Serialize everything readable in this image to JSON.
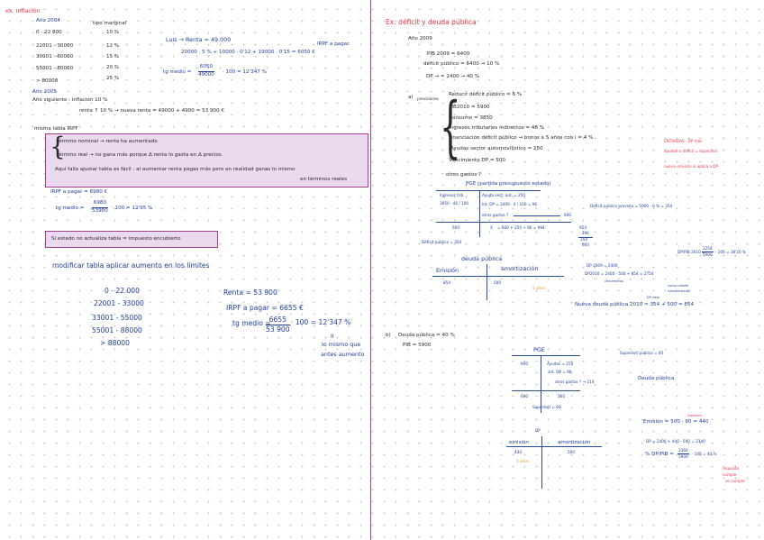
{
  "left": {
    "heading": "ex. inflación",
    "year": "Año 2004",
    "col_header": "tipo marginal",
    "brackets": [
      {
        "range": "0 - 22 800",
        "rate": "10 %"
      },
      {
        "range": "22001 - 30000",
        "rate": "12 %"
      },
      {
        "range": "30001 - 60000",
        "rate": "15 %"
      },
      {
        "range": "55001 - 80000",
        "rate": "20 %"
      },
      {
        "range": "> 80000",
        "rate": "25 %"
      }
    ],
    "luis": "Luis → Renta = 49.000",
    "irpf_label": "IRPF a pagar",
    "irpf_calc": "20000 · 5 % + 10000 · 0'12 + 19000 · 0'15 = 6050 €",
    "tg_label": "tg medio =",
    "tg_num": "6050",
    "tg_den": "49000",
    "tg_rest": "· 100 = 12'347 %",
    "year2": "Año 2005",
    "inflation_line": "Año siguiente : inflación 10 %",
    "renta_line": "renta ↑ 10 % → nueva renta = 49000 + 4900 = 53 900 €",
    "same_table": "misma tabla IRPF",
    "box1": [
      "término nominal → renta ha aumentado",
      "término real → no gana más porque Δ renta lo gasta en Δ precios.",
      "Aquí falla ajustar tabla es fácil : al aumentar renta pagas más pero en realidad ganas lo mismo",
      "en términos reales"
    ],
    "irpf2": "IRPF a pagar = 6980 €",
    "tg2_label": "tg medio =",
    "tg2_num": "6980",
    "tg2_den": "53900",
    "tg2_rest": "· 100 = 12'95 %",
    "box2": "Si estado no actualiza tabla = impuesto encubierto",
    "modify": "modificar tabla aplicar aumento en los límites",
    "new_brackets": [
      "0 - 22.000",
      "22001 - 33000",
      "33001 - 55000",
      "55001 - 88000",
      "> 88000"
    ],
    "renta_new": "Renta = 53 900",
    "irpf_new": "IRPF a pagar = 6655 €",
    "tg3_label": "tg medio =",
    "tg3_num": "6655",
    "tg3_den": "53 900",
    "tg3_rest": "· 100 = 12'347 %",
    "same_note": [
      "Il",
      "lo mismo que",
      "antes aumento"
    ]
  },
  "right": {
    "heading": "Ex. déficit y deuda pública",
    "year": "Año 2009",
    "pib": "PIB 2009 = 6400",
    "deficit": "déficit público = 6400 → 10 %",
    "dp": "DP → = 2400 → 40 %",
    "a_label": "a)",
    "a_tag": "previsiones",
    "a_items": [
      "Reducir déficit público = 6 %",
      "PIB2010 = 5900",
      "Consumo = 3850",
      "Ingresos tributarios indirectos = 46 %",
      "Financiación déficit público → bonos a 5 años con i = 4 %",
      "Ayudas sector automovilístico = 250",
      "Vencimiento DP = 500"
    ],
    "otros_gastos": "otros gastos ?",
    "pge_title": "PGE (partida presupuesto estado)",
    "pge_left": [
      "Ingresos trib.",
      "3950 · 46 / 100"
    ],
    "pge_right": [
      "Ayuda sect. aut. = 250",
      "Int. DP = 2400 · 4 / 100 = 96",
      "otros gastos ?"
    ],
    "arrow_val": "600",
    "row_left": "600",
    "row_right": "= 600 + 250 + 96 = 994",
    "row_mark": "X",
    "deficit_publico": "Déficit público = 354",
    "side_calc": [
      "954",
      "- 296",
      "354",
      "600"
    ],
    "previsto": "Déficit público previsto = 5900 · 6 % = 354",
    "entradas_note": [
      "ENTRADAS · DP más",
      "ayudas a déficit = superávit"
    ],
    "nuevo_note": "nueva emisión si aplica a DP",
    "dp_ratio_label": "DP/PIB 2010 =",
    "dp_ratio_num": "2254",
    "dp_ratio_den": "5900",
    "dp_ratio_rest": "· 100 = 38'20 %",
    "deuda_title": "deuda pública",
    "emision": "Emisión",
    "amortizacion": "amortización",
    "em_val": "854",
    "am_val": "500",
    "orange1": "5 años",
    "dp_2009": "DP 2009 = 2400",
    "dp_2010": "DP2010 = 2400 - 500 + 854 = 2754",
    "small_notes": [
      "vencimiento",
      "nuevo interés",
      "nueva emisión",
      "DP vieja"
    ],
    "nueva_deuda": "Nueva deuda pública 2010 = 354 + 500 = 854",
    "b_label": "b)",
    "b_text": "Deuda pública = 40 %",
    "b_pib": "PIB = 5900",
    "pge2_title": "PGE",
    "pge2_left": "600",
    "pge2_right": [
      "Ayudas = 250",
      "Int. DP = 96",
      "otros gastos ? → 214"
    ],
    "superavit_label": "Superávit público = 60",
    "pge2_row_left": "600",
    "pge2_row_right": "560",
    "superavit2": "Superávit = 60",
    "dp_mid": "DP",
    "emision2": "emisión",
    "amortizacion2": "amortización",
    "em2_val": "440",
    "am2_val": "500",
    "orange2": "5 años",
    "deuda_publica": "Deuda pública",
    "superavit_small": "superávit",
    "emision_calc": "Emisión = 500 - 60 = 440",
    "dp_calc": "DP = 2400 + 440 - 500 = 2340",
    "pct_label": "% DP/PIB =",
    "pct_num": "2360",
    "pct_den": "5900",
    "pct_rest": "· 100 = 40 %",
    "pct_note": [
      "requisito",
      "cumple",
      "se cumple"
    ]
  }
}
